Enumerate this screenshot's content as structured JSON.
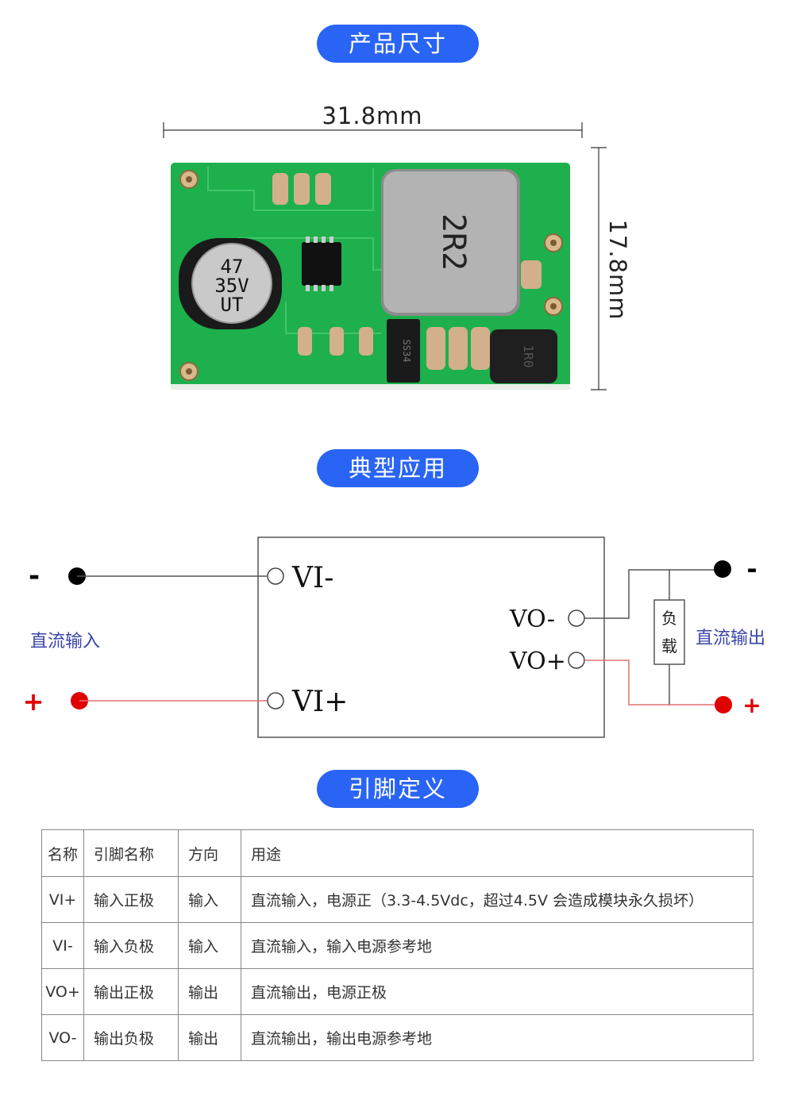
{
  "sections": {
    "dimensions_title": "产品尺寸",
    "application_title": "典型应用",
    "pins_title": "引脚定义"
  },
  "dimensions": {
    "width": "31.8mm",
    "height": "17.8mm"
  },
  "board_markings": {
    "capacitor": [
      "47",
      "35V",
      "UT"
    ],
    "inductor_large": "2R2",
    "inductor_small": "1R0",
    "diode": "SS34"
  },
  "circuit": {
    "input_minus_sign": "-",
    "input_plus_sign": "+",
    "input_label": "直流输入",
    "output_label": "直流输出",
    "output_minus_sign": "-",
    "output_plus_sign": "+",
    "vi_minus": "VI-",
    "vi_plus": "VI+",
    "vo_minus": "VO-",
    "vo_plus": "VO+",
    "load_chars": [
      "负",
      "载"
    ],
    "colors": {
      "negative": "#000000",
      "positive": "#e00000",
      "label": "#3a44a8"
    }
  },
  "pin_table": {
    "headers": [
      "名称",
      "引脚名称",
      "方向",
      "用途"
    ],
    "rows": [
      [
        "VI+",
        "输入正极",
        "输入",
        "直流输入，电源正（3.3-4.5Vdc，超过4.5V 会造成模块永久损坏）"
      ],
      [
        "VI-",
        "输入负极",
        "输入",
        "直流输入，输入电源参考地"
      ],
      [
        "VO+",
        "输出正极",
        "输出",
        "直流输出，电源正极"
      ],
      [
        "VO-",
        "输出负极",
        "输出",
        "直流输出，输出电源参考地"
      ]
    ]
  }
}
